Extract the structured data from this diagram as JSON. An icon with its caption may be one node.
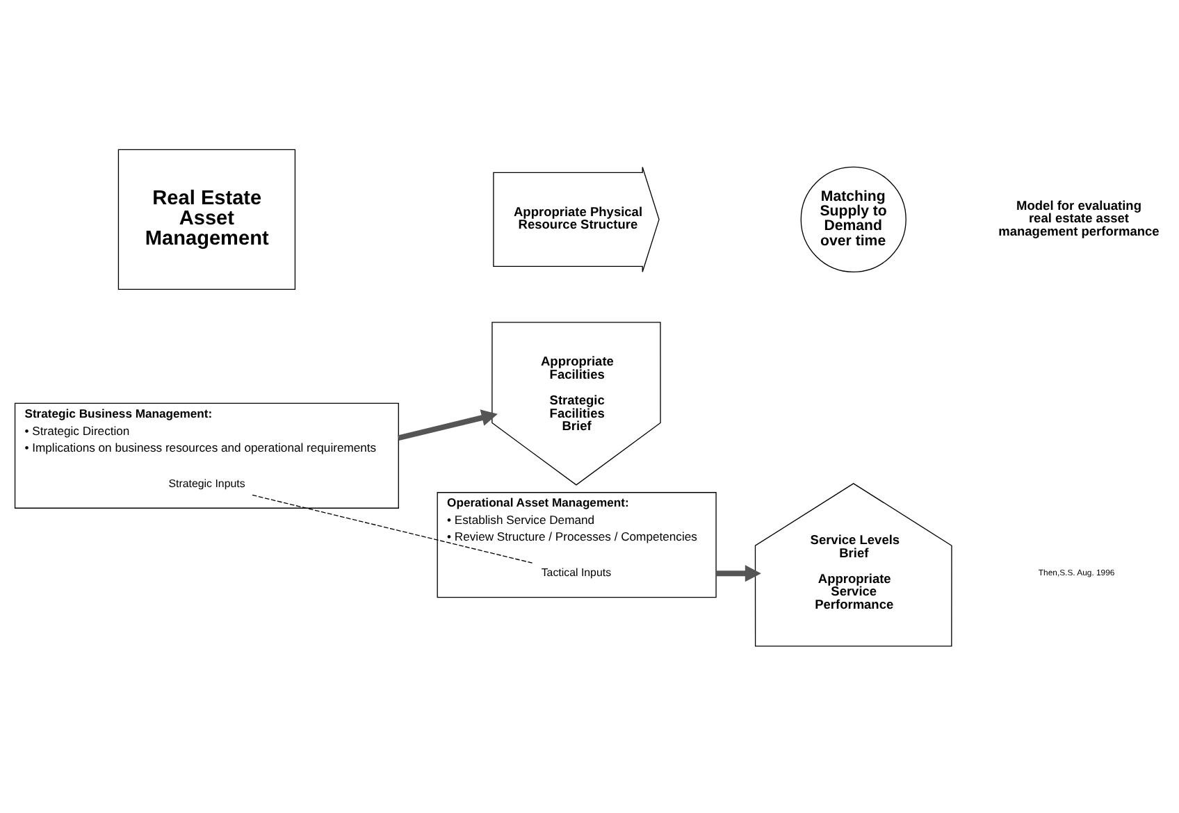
{
  "diagram": {
    "nodes": [
      {
        "text": [
          "Strategic Business Management:",
          "• Strategic Direction",
          "• Implications on business resources and operational requirements"
        ]
      },
      {
        "text": [
          "Strategic Inputs"
        ],
        "in": 0
      },
      {
        "text": [
          "Appropriate Facilities",
          "Strategic Facilities Brief"
        ]
      },
      {
        "text": [
          "Real Estate Asset Management"
        ]
      },
      {
        "text": [
          "Appropriate Physical Resource Structure"
        ]
      },
      {
        "text": [
          "Matching Supply to Demand over time"
        ]
      },
      {
        "text": [
          "Service Levels Brief",
          "Appropriate Service Performance"
        ]
      },
      {
        "text": [
          "Operational Asset Management:",
          "• Establish Service Demand",
          "• Review Structure / Processes / Competencies"
        ]
      },
      {
        "text": [
          "Tactical Inputs"
        ],
        "in": 7
      }
    ],
    "edges": [
      {
        "from": 0,
        "to": 2,
        "arrow": "to"
      },
      {
        "from": 1,
        "to": 8,
        "arrow": "none",
        "style": "dashed"
      },
      {
        "from": 7,
        "to": 6,
        "arrow": "to"
      }
    ],
    "labels": [
      "Model for evaluating real estate asset management performance",
      "Then,S.S. Aug. 1996"
    ]
  }
}
